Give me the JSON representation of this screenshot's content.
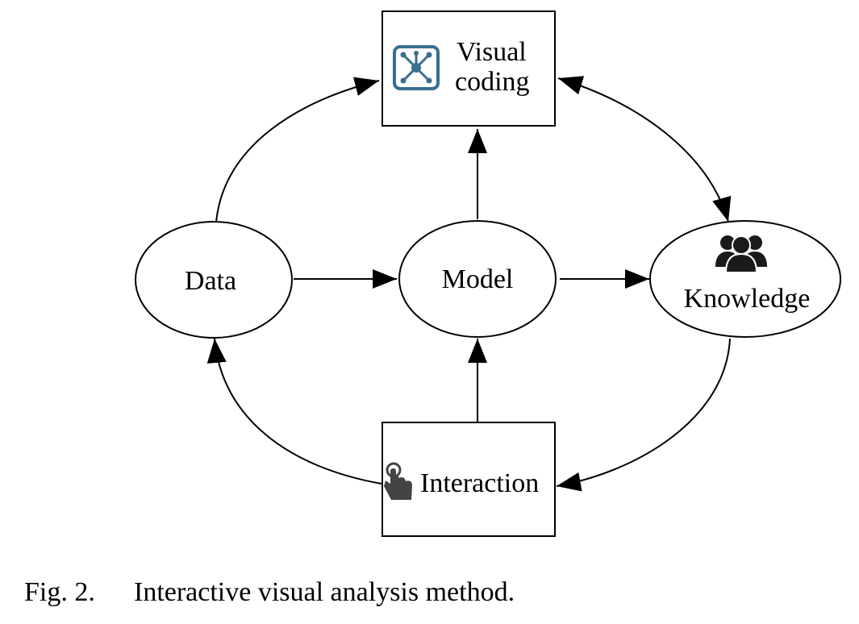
{
  "nodes": {
    "visual_coding": {
      "line1": "Visual",
      "line2": "coding",
      "icon": "network-graph-icon"
    },
    "data": {
      "label": "Data"
    },
    "model": {
      "label": "Model"
    },
    "knowledge": {
      "label": "Knowledge",
      "icon": "users-group-icon"
    },
    "interaction": {
      "label": "Interaction",
      "icon": "pointing-hand-icon"
    }
  },
  "caption": {
    "label": "Fig. 2.",
    "text": "Interactive visual analysis method."
  },
  "colors": {
    "line": "#000000",
    "icon_blue": "#3a6f8f",
    "icon_dark": "#1a1a1a",
    "hand_gray": "#444444"
  }
}
